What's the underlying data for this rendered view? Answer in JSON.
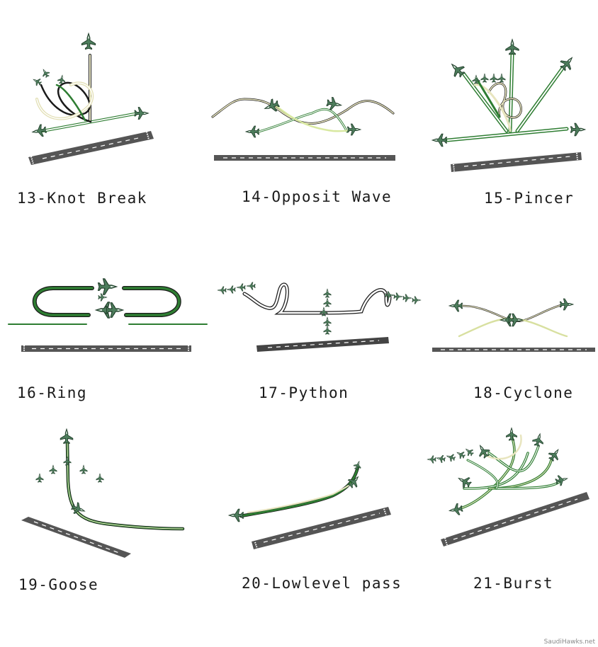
{
  "maneuvers": [
    {
      "label": "13-Knot Break"
    },
    {
      "label": "14-Opposit Wave"
    },
    {
      "label": "15-Pincer"
    },
    {
      "label": "16-Ring"
    },
    {
      "label": "17-Python"
    },
    {
      "label": "18-Cyclone"
    },
    {
      "label": "19-Goose"
    },
    {
      "label": "20-Lowlevel pass"
    },
    {
      "label": "21-Burst"
    }
  ],
  "credit": "SaudiHawks.net",
  "colors": {
    "smoke_green": "#2e7d32",
    "smoke_dark": "#1b1b1b",
    "smoke_cream": "#e9e6c0",
    "runway": "#555555",
    "jet": "#4a7a5a"
  }
}
